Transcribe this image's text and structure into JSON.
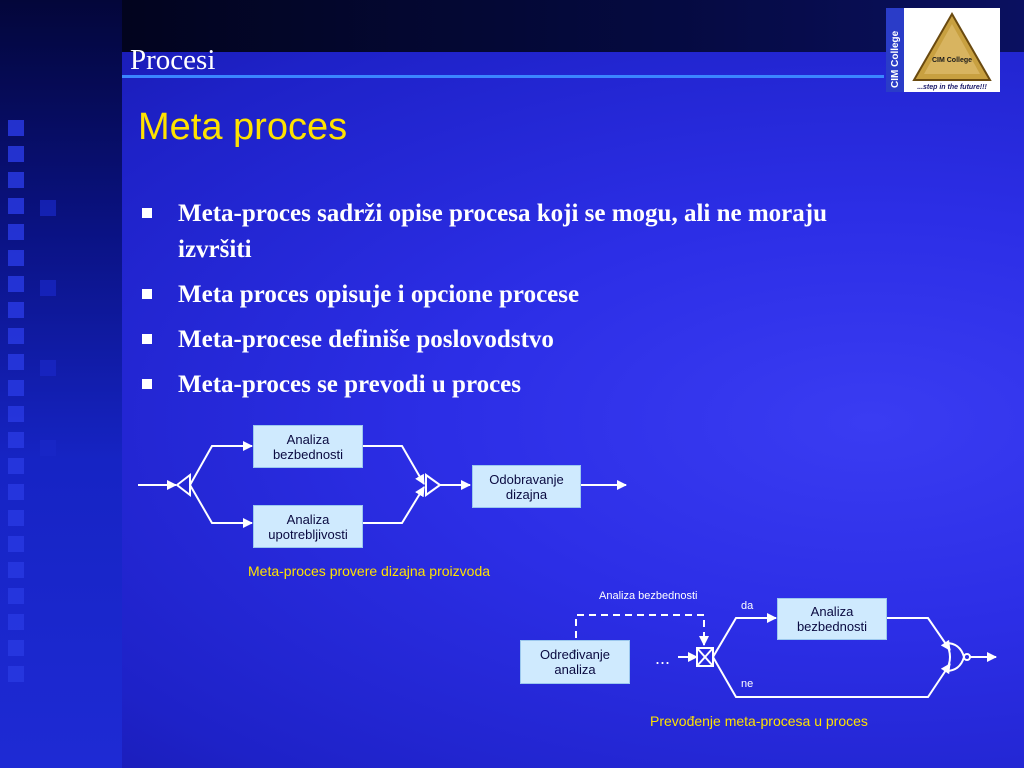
{
  "header": {
    "section_title": "Procesi"
  },
  "logo": {
    "side_text": "CIM College",
    "inner_text": "CIM College",
    "tagline": "...step in the future!!!"
  },
  "slide": {
    "title": "Meta proces",
    "bullets": [
      "Meta-proces sadrži opise procesa koji se mogu, ali ne moraju izvršiti",
      "Meta proces opisuje i opcione procese",
      "Meta-procese definiše poslovodstvo",
      "Meta-proces se prevodi u proces"
    ]
  },
  "diagram1": {
    "box_top": "Analiza bezbednosti",
    "box_bottom": "Analiza upotrebljivosti",
    "box_right": "Odobravanje dizajna",
    "caption": "Meta-proces provere dizajna proizvoda"
  },
  "diagram2": {
    "box_left": "Određivanje analiza",
    "ellipsis": "...",
    "dashed_label": "Analiza bezbednosti",
    "yes_label": "da",
    "no_label": "ne",
    "box_right": "Analiza bezbednosti",
    "caption": "Prevođenje meta-procesa u proces"
  },
  "colors": {
    "title": "#ffe200",
    "rule": "#3b86ff",
    "box_fill": "#cfeafe"
  }
}
